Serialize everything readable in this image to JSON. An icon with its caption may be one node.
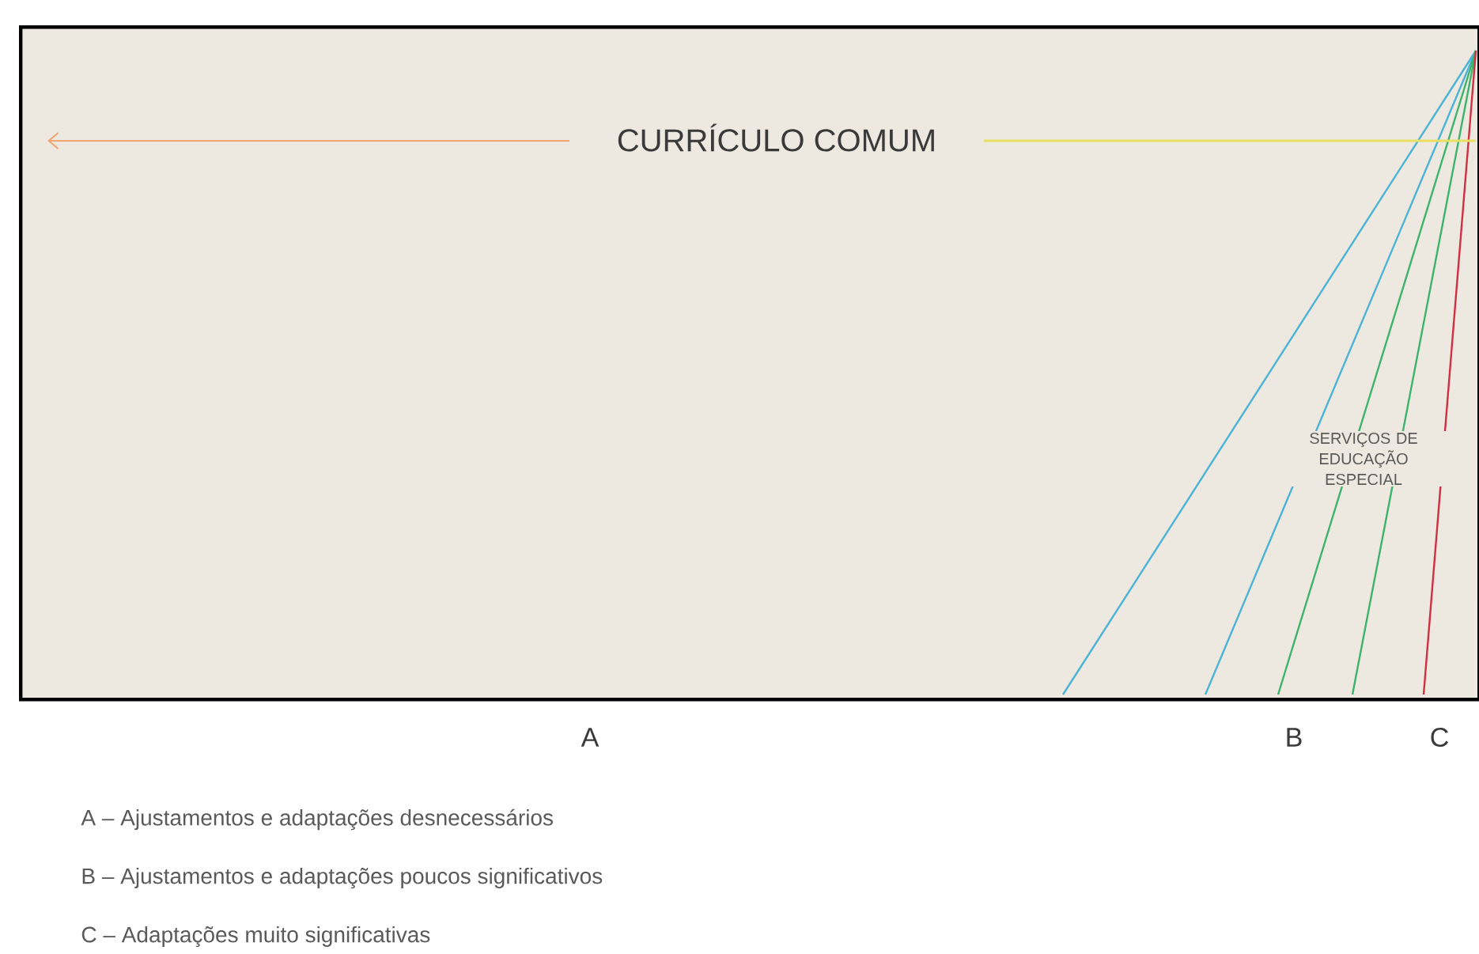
{
  "diagram": {
    "nodes": [
      {
        "text": [
          "CURRÍCULO COMUM",
          "SERVIÇOS DE EDUCAÇÃO ESPECIAL"
        ]
      }
    ],
    "labels": [
      "A",
      "B",
      "C",
      "A – Ajustamentos e adaptações desnecessários",
      "B – Ajustamentos e adaptações poucos significativos",
      "C – Adaptações muito significativas"
    ]
  }
}
